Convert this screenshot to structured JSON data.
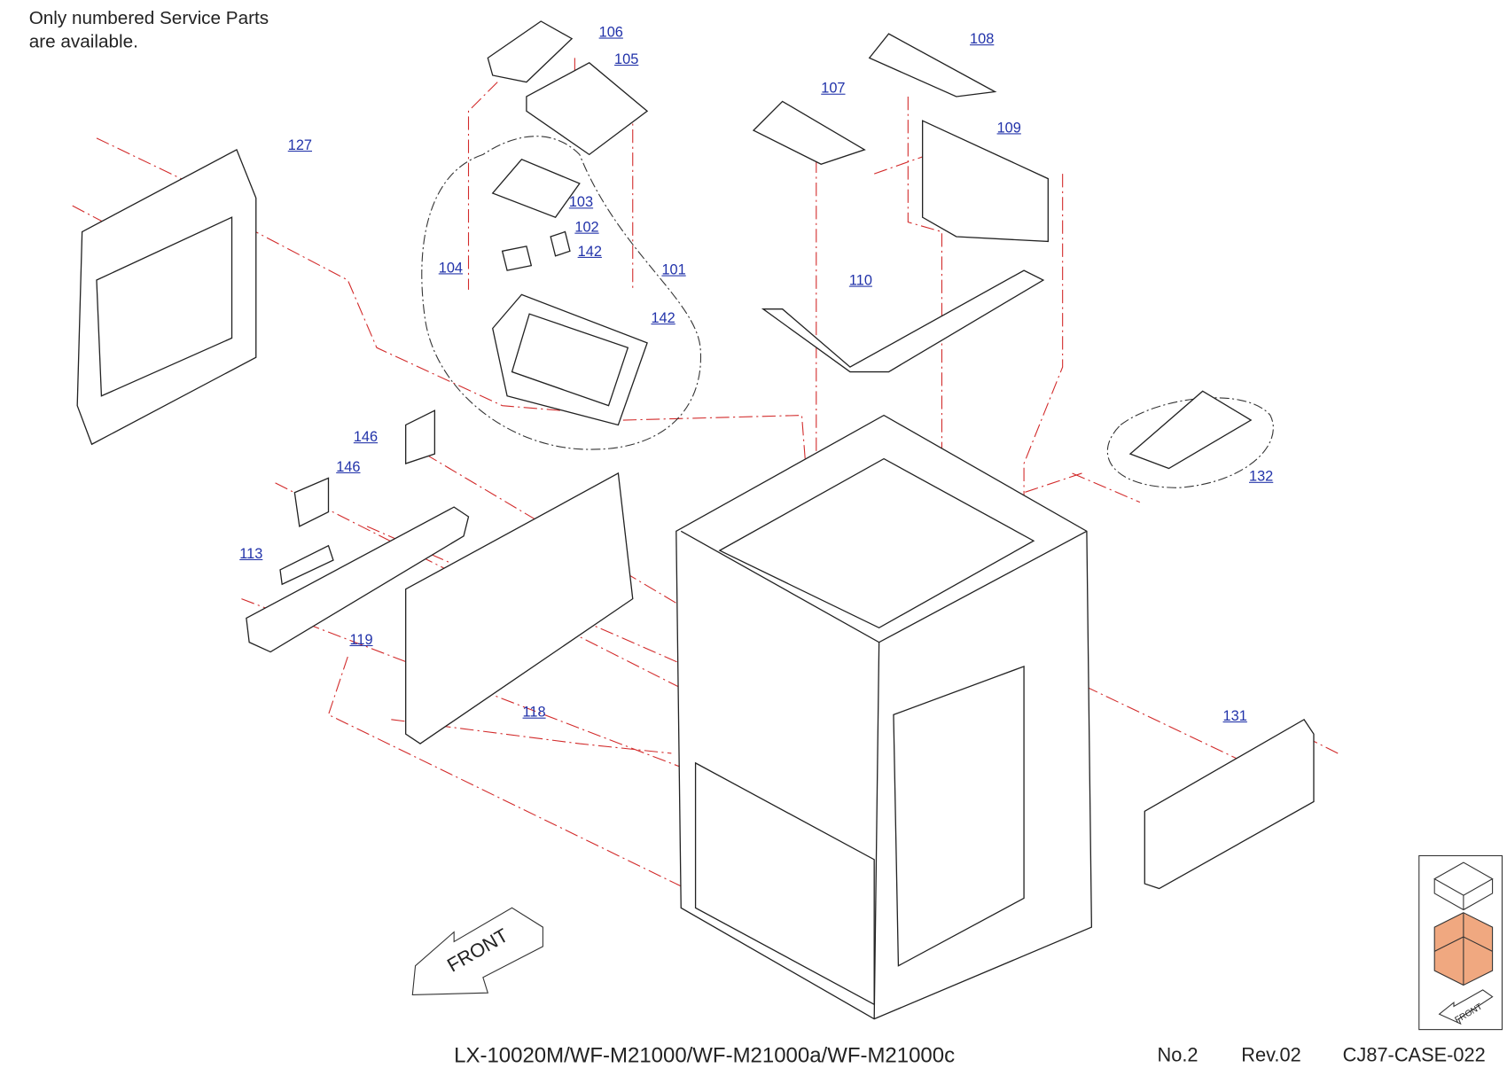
{
  "note": {
    "line1": "Only numbered Service Parts",
    "line2": "are available."
  },
  "parts": [
    {
      "id": "106",
      "label": "106"
    },
    {
      "id": "105",
      "label": "105"
    },
    {
      "id": "108",
      "label": "108"
    },
    {
      "id": "107",
      "label": "107"
    },
    {
      "id": "109",
      "label": "109"
    },
    {
      "id": "127",
      "label": "127"
    },
    {
      "id": "103",
      "label": "103"
    },
    {
      "id": "102",
      "label": "102"
    },
    {
      "id": "142a",
      "label": "142"
    },
    {
      "id": "104",
      "label": "104"
    },
    {
      "id": "101",
      "label": "101"
    },
    {
      "id": "142b",
      "label": "142"
    },
    {
      "id": "110",
      "label": "110"
    },
    {
      "id": "146a",
      "label": "146"
    },
    {
      "id": "146b",
      "label": "146"
    },
    {
      "id": "132",
      "label": "132"
    },
    {
      "id": "113",
      "label": "113"
    },
    {
      "id": "119",
      "label": "119"
    },
    {
      "id": "118",
      "label": "118"
    },
    {
      "id": "131",
      "label": "131"
    }
  ],
  "front_arrow": "FRONT",
  "inset_front": "FRONT",
  "footer": {
    "model": "LX-10020M/WF-M21000/WF-M21000a/WF-M21000c",
    "page": "No.2",
    "rev": "Rev.02",
    "code": "CJ87-CASE-022"
  },
  "colors": {
    "label": "#2233aa",
    "leader": "#d22a2a",
    "highlight": "#f0a880"
  }
}
